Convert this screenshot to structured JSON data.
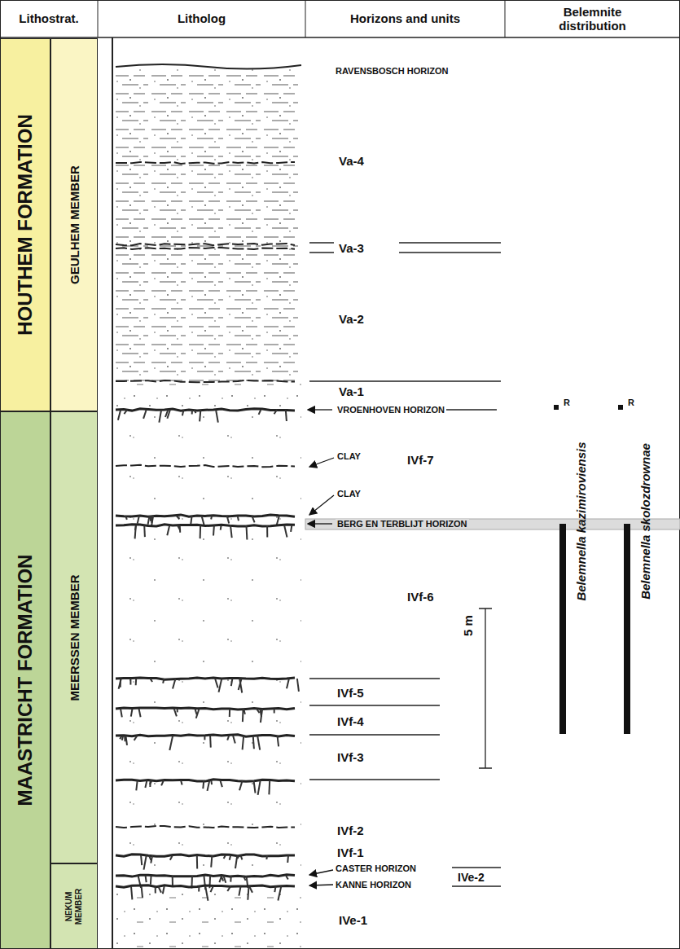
{
  "diagram": {
    "nodes": [
      {
        "text": [
          "HOUTHEM FORMATION"
        ]
      },
      {
        "text": [
          "GEULHEM MEMBER"
        ]
      },
      {
        "text": [
          "MAASTRICHT FORMATION"
        ]
      },
      {
        "text": [
          "MEERSSEN MEMBER"
        ]
      },
      {
        "text": [
          "NEKUM MEMBER"
        ]
      }
    ],
    "labels": [
      "Lithostrat.",
      "Litholog",
      "Horizons and units",
      "Belemnite distribution",
      "RAVENSBOSCH HORIZON",
      "Va-4",
      "Va-3",
      "Va-2",
      "Va-1",
      "VROENHOVEN HORIZON",
      "CLAY",
      "IVf-7",
      "CLAY",
      "BERG EN TERBLIJT HORIZON",
      "IVf-6",
      "5 m",
      "IVf-5",
      "IVf-4",
      "IVf-3",
      "IVf-2",
      "IVf-1",
      "CASTER HORIZON",
      "IVe-2",
      "KANNE HORIZON",
      "IVe-1",
      "R",
      "Belemnella kazimiroviensis",
      "R",
      "Belemnella skolozdrownae"
    ]
  }
}
